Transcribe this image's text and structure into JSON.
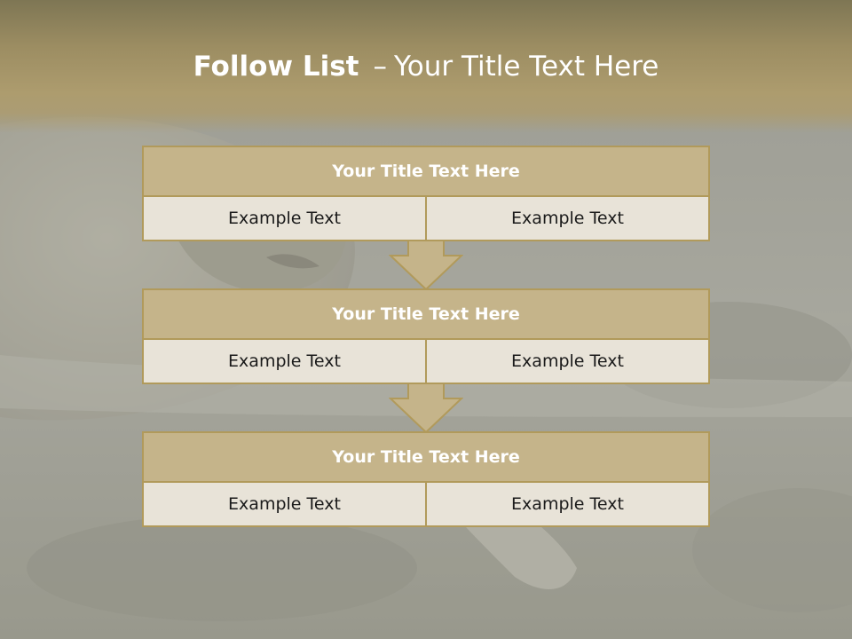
{
  "slide": {
    "title_strong": "Follow List",
    "title_separator": "–",
    "title_rest": "Your Title Text Here"
  },
  "blocks": [
    {
      "title": "Your Title Text Here",
      "left": "Example Text",
      "right": "Example Text"
    },
    {
      "title": "Your Title Text Here",
      "left": "Example Text",
      "right": "Example Text"
    },
    {
      "title": "Your Title Text Here",
      "left": "Example Text",
      "right": "Example Text"
    }
  ],
  "colors": {
    "header_gold": "#ad9c6e",
    "block_title_fill": "#c5b48a",
    "block_cell_fill": "#e8e3d8",
    "border": "#b19a5b",
    "arrow_fill": "#c5b48a"
  }
}
